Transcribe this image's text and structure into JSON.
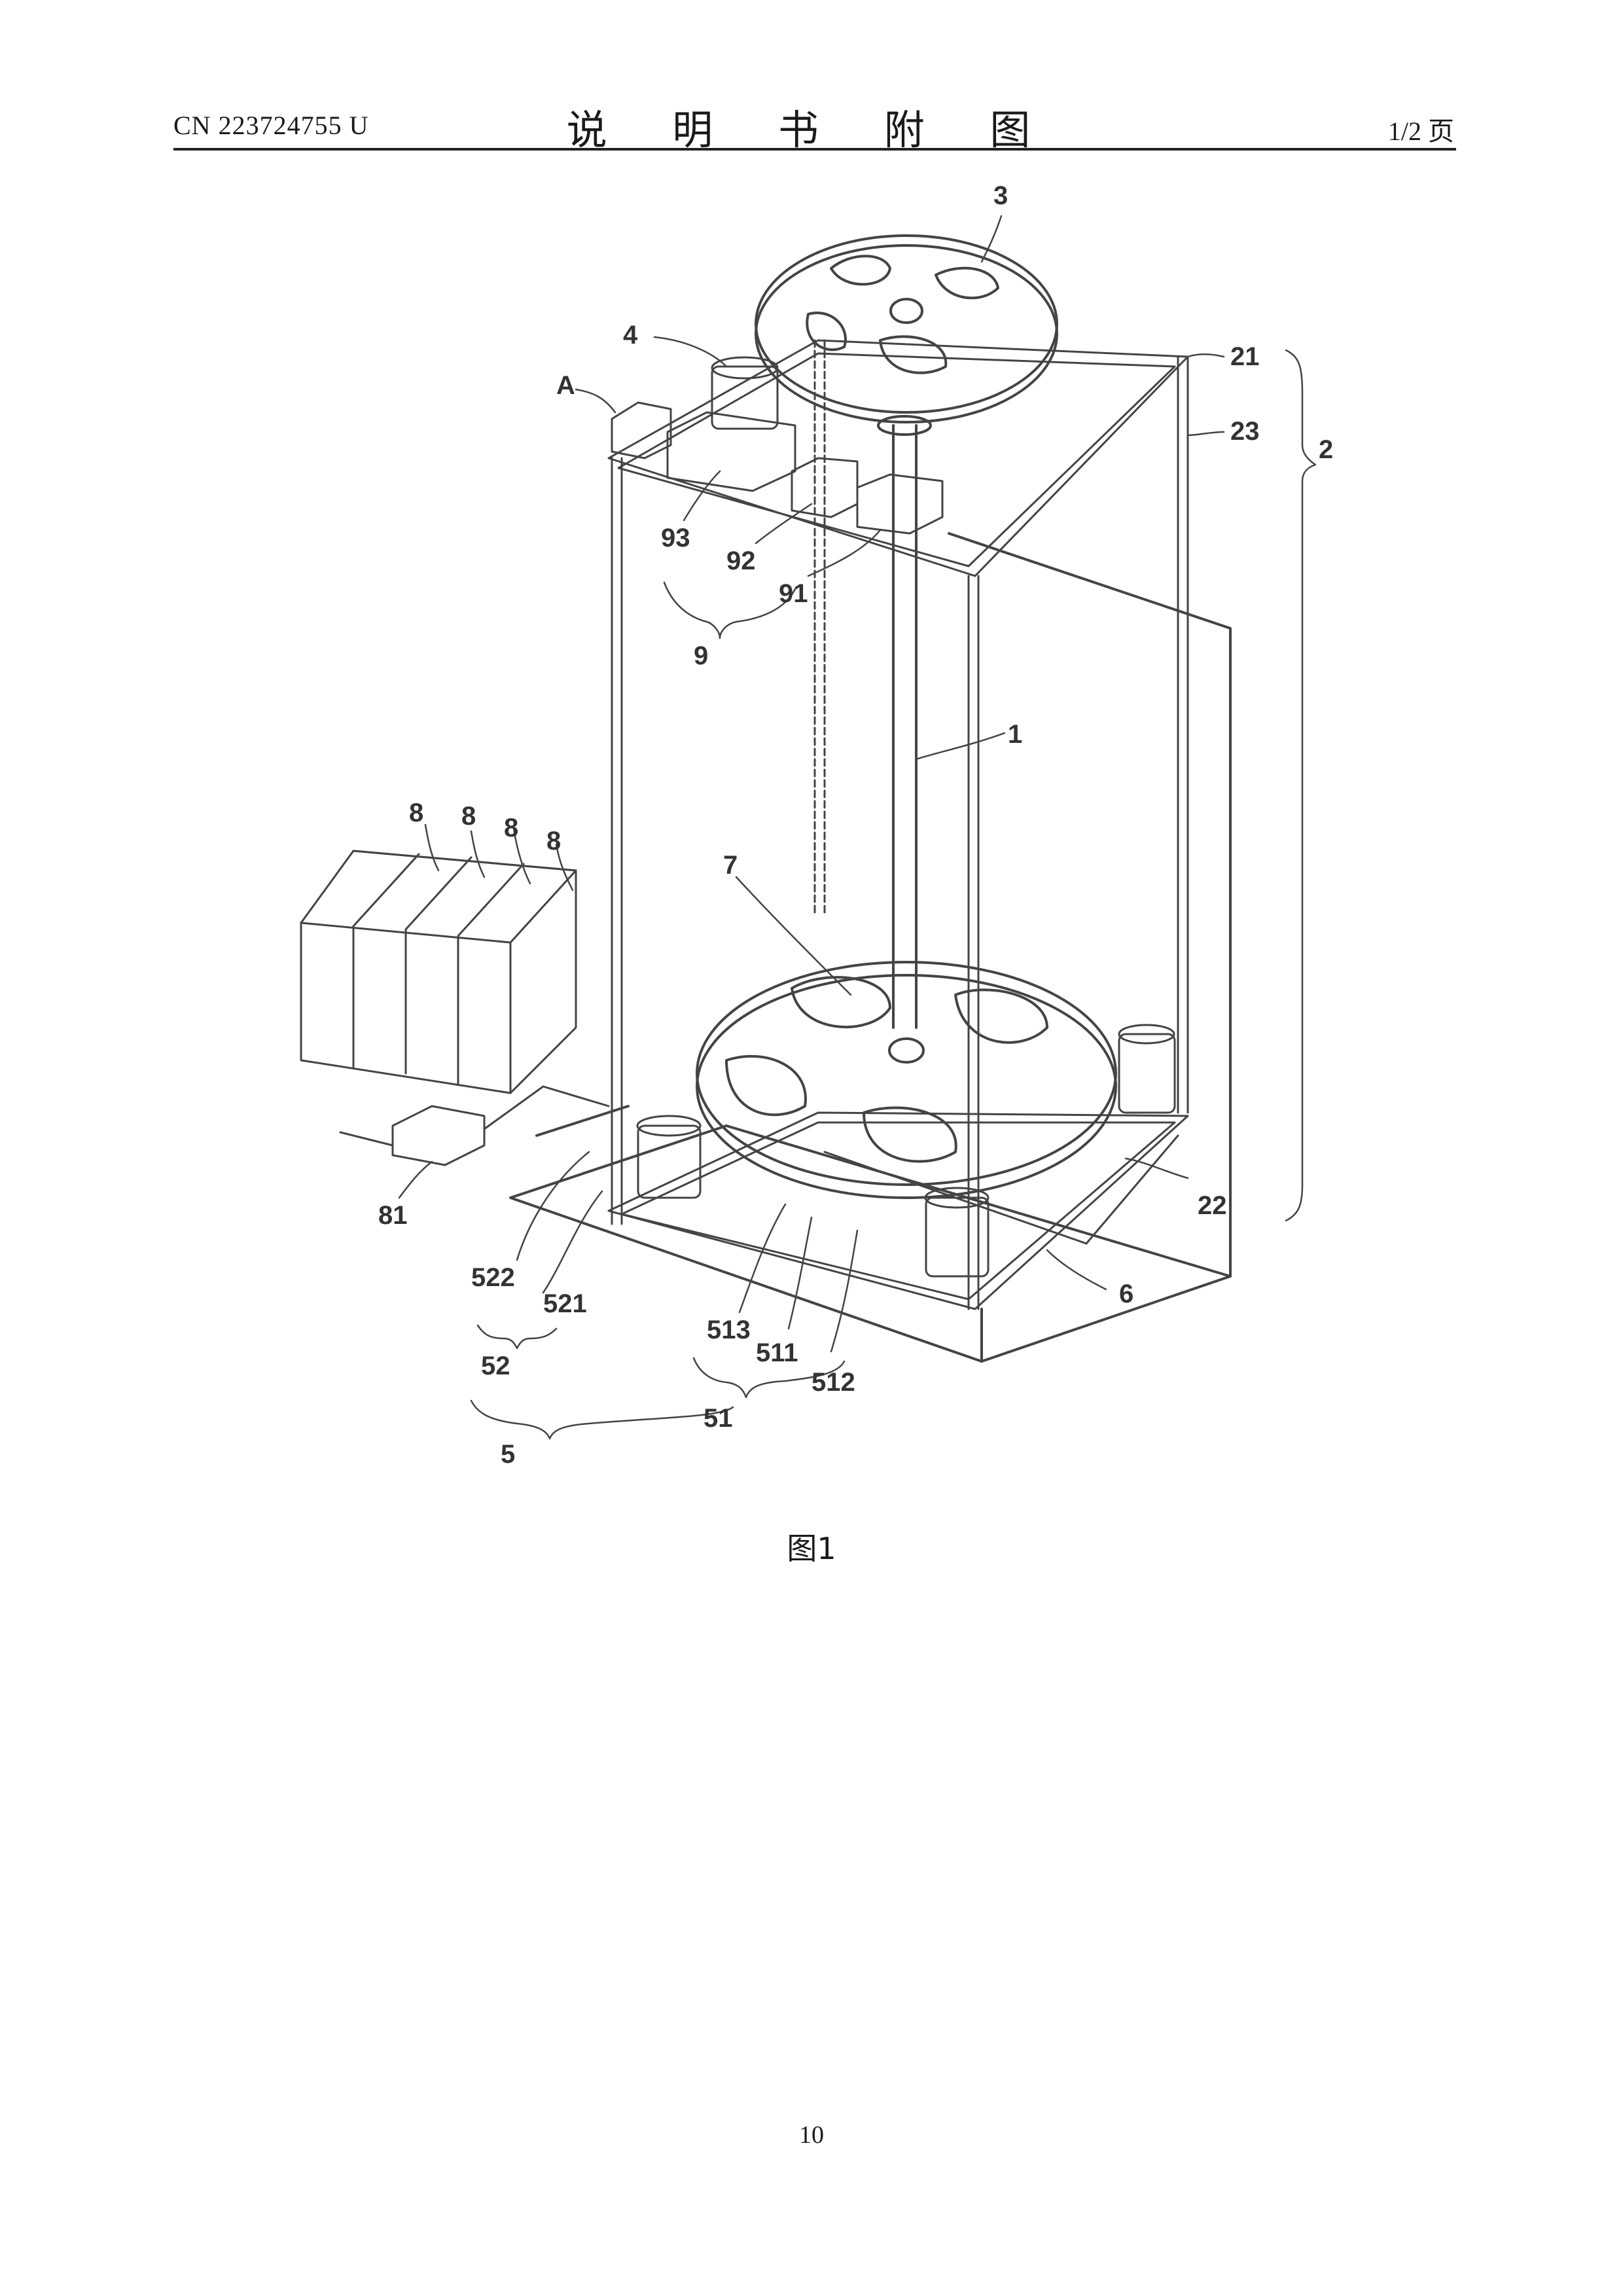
{
  "header": {
    "patent_no": "CN 223724755 U",
    "title": "说 明 书 附 图",
    "page_of": "1/2 页"
  },
  "figure": {
    "caption": "图1",
    "labels": {
      "l3": "3",
      "l4": "4",
      "lA": "A",
      "l21": "21",
      "l23": "23",
      "l2": "2",
      "l93": "93",
      "l92": "92",
      "l91": "91",
      "l9": "9",
      "l1": "1",
      "l8a": "8",
      "l8b": "8",
      "l8c": "8",
      "l8d": "8",
      "l7": "7",
      "l81": "81",
      "l22": "22",
      "l6": "6",
      "l522": "522",
      "l521": "521",
      "l52": "52",
      "l513": "513",
      "l511": "511",
      "l512": "512",
      "l51": "51",
      "l5": "5"
    }
  },
  "footer": {
    "page_number": "10"
  }
}
